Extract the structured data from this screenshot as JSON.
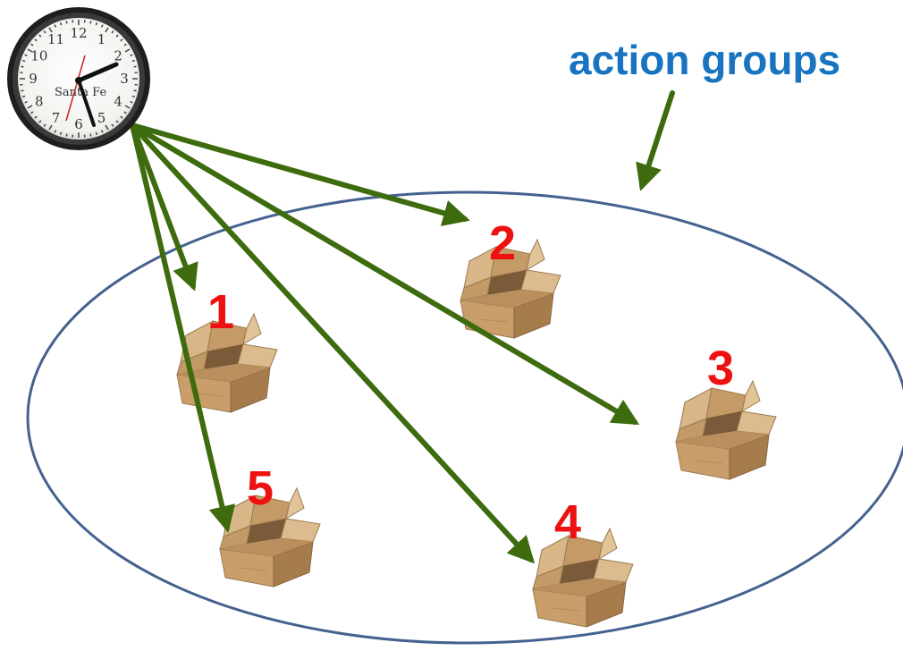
{
  "colors": {
    "title": "#1874c0",
    "arrow": "#3d6b0e",
    "ellipse": "#44618f",
    "number": "#ee1111"
  },
  "title": "action groups",
  "clock": {
    "icon": "wall-clock-icon",
    "brand": "Santa Fe",
    "numerals": [
      "12",
      "1",
      "2",
      "3",
      "4",
      "5",
      "6",
      "7",
      "8",
      "9",
      "10",
      "11"
    ]
  },
  "groups": [
    {
      "label": "1",
      "icon": "open-box-icon"
    },
    {
      "label": "2",
      "icon": "open-box-icon"
    },
    {
      "label": "3",
      "icon": "open-box-icon"
    },
    {
      "label": "4",
      "icon": "open-box-icon"
    },
    {
      "label": "5",
      "icon": "open-box-icon"
    }
  ]
}
